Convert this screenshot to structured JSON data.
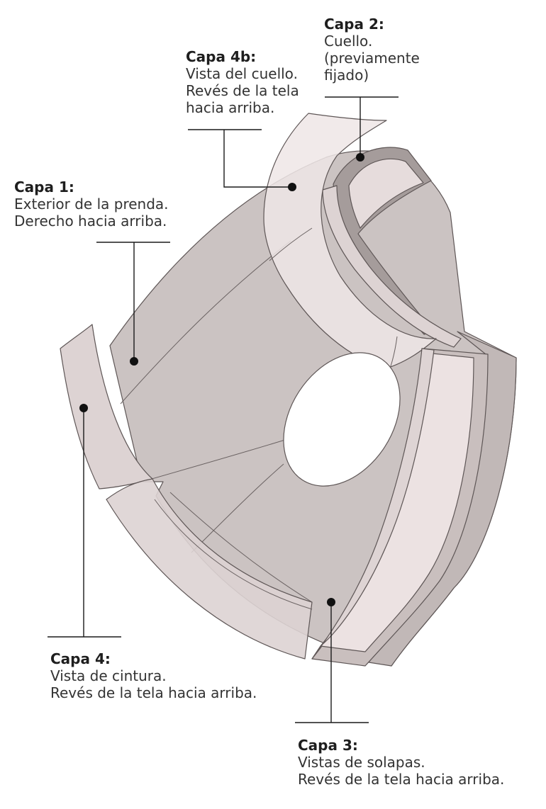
{
  "colors": {
    "garment_exterior": "#cbc3c2",
    "facing_light": "#e6dcdc",
    "facing_translucent": "#efe6e6",
    "collar_dark": "#a59c9b",
    "outline": "#5e5656",
    "text": "#333333",
    "leader": "#1a1a1a"
  },
  "layers": {
    "capa2": {
      "title": "Capa 2:",
      "lines": [
        "Cuello.",
        "(previamente",
        "fijado)"
      ]
    },
    "capa4b": {
      "title": "Capa 4b:",
      "lines": [
        "Vista del cuello.",
        "Revés de la tela",
        "hacia arriba."
      ]
    },
    "capa1": {
      "title": "Capa 1:",
      "lines": [
        "Exterior de la prenda.",
        "Derecho hacia arriba."
      ]
    },
    "capa4": {
      "title": "Capa 4:",
      "lines": [
        "Vista de cintura.",
        "Revés de la tela hacia arriba."
      ]
    },
    "capa3": {
      "title": "Capa 3:",
      "lines": [
        "Vistas de solapas.",
        "Revés de la tela hacia arriba."
      ]
    }
  }
}
